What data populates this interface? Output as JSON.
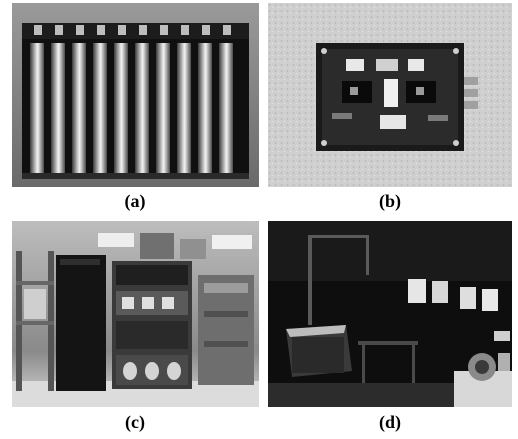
{
  "panels": [
    {
      "caption": "(a)",
      "subject": "capacitor-bank"
    },
    {
      "caption": "(b)",
      "subject": "circuit-board"
    },
    {
      "caption": "(c)",
      "subject": "equipment-racks"
    },
    {
      "caption": "(d)",
      "subject": "test-room"
    }
  ]
}
